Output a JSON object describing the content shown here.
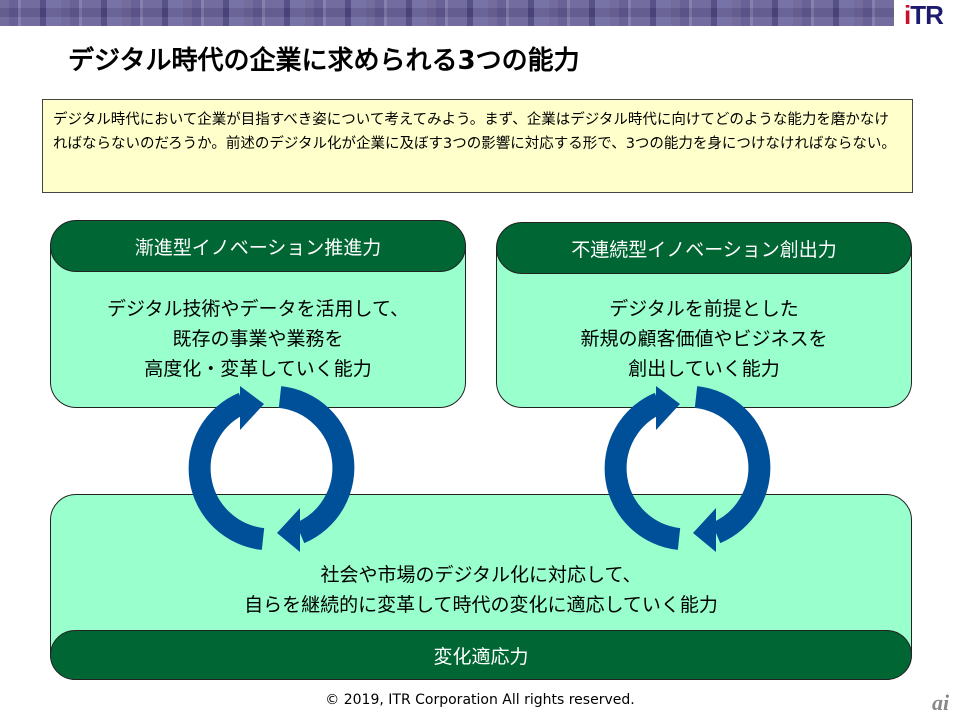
{
  "logo": "iTR",
  "title": "デジタル時代の企業に求められる3つの能力",
  "intro": "デジタル時代において企業が目指すべき姿について考えてみよう。まず、企業はデジタル時代に向けてどのような能力を磨かなければならないのだろうか。前述のデジタル化が企業に及ぼす3つの影響に対応する形で、3つの能力を身につけなければならない。",
  "capabilities": [
    {
      "header": "漸進型イノベーション推進力",
      "lines": [
        "デジタル技術やデータを活用して、",
        "既存の事業や業務を",
        "高度化・変革していく能力"
      ]
    },
    {
      "header": "不連続型イノベーション創出力",
      "lines": [
        "デジタルを前提とした",
        "新規の顧客価値やビジネスを",
        "創出していく能力"
      ]
    },
    {
      "header": "変化適応力",
      "lines": [
        "社会や市場のデジタル化に対応して、",
        "自らを継続的に変革して時代の変化に適応していく能力"
      ]
    }
  ],
  "footer": "© 2019, ITR Corporation  All rights reserved.",
  "watermark": "ai",
  "colors": {
    "dark_green": "#006633",
    "light_green": "#99ffcc",
    "arrow": "#004f99",
    "note_bg": "#ffffcc"
  }
}
